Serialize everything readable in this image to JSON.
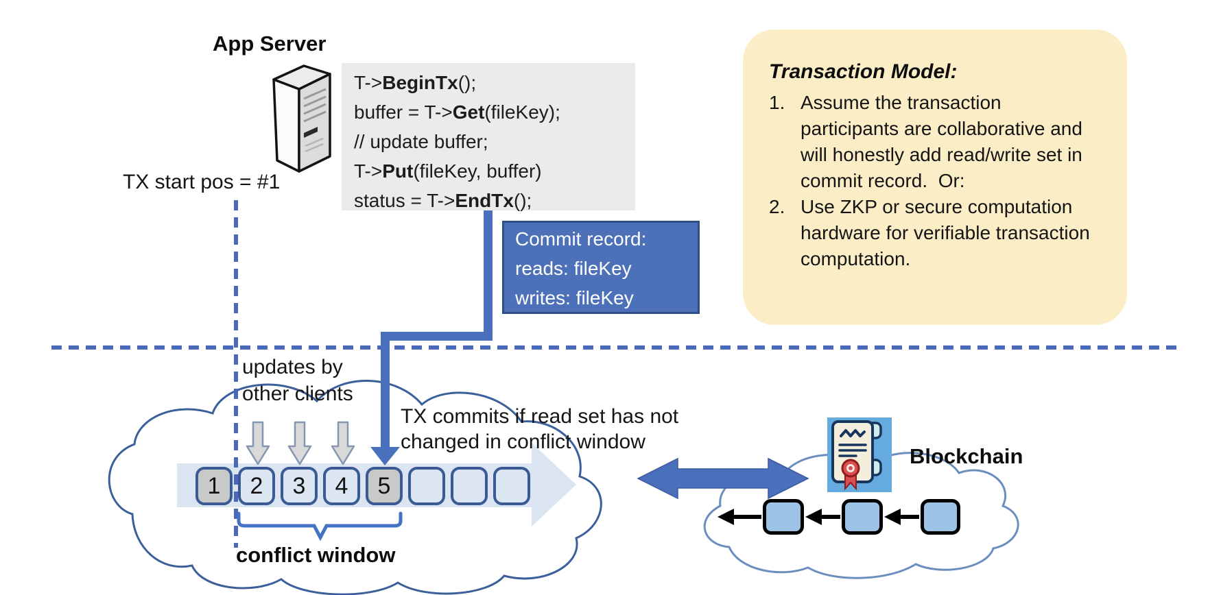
{
  "labels": {
    "app_server": "App Server",
    "tx_start_pos": "TX start pos = #1",
    "updates_by": "updates by other clients",
    "tx_commits": "TX commits if read set has not changed in conflict window",
    "conflict_window": "conflict window",
    "blockchain": "Blockchain"
  },
  "code_panel": {
    "lines": [
      {
        "segments": [
          {
            "text": "T->"
          },
          {
            "text": "BeginTx",
            "bold": true
          },
          {
            "text": "();"
          }
        ]
      },
      {
        "segments": [
          {
            "text": "buffer = T->"
          },
          {
            "text": "Get",
            "bold": true
          },
          {
            "text": "(fileKey);"
          }
        ]
      },
      {
        "segments": [
          {
            "text": "// update buffer;"
          }
        ]
      },
      {
        "segments": [
          {
            "text": "T->"
          },
          {
            "text": "Put",
            "bold": true
          },
          {
            "text": "(fileKey, buffer)"
          }
        ]
      },
      {
        "segments": [
          {
            "text": "status = T->"
          },
          {
            "text": "EndTx",
            "bold": true
          },
          {
            "text": "();"
          }
        ]
      }
    ]
  },
  "commit_record": {
    "lines": [
      "Commit record:",
      "reads: fileKey",
      "writes: fileKey"
    ]
  },
  "transaction_model": {
    "title": "Transaction Model:",
    "items": [
      {
        "num": "1.",
        "text": "Assume the transaction participants are collaborative and will honestly add read/write set in commit record.  Or:"
      },
      {
        "num": "2.",
        "text": "Use ZKP or secure computation hardware for verifiable transaction computation."
      }
    ]
  },
  "ledger": {
    "blocks": [
      {
        "label": "1",
        "state": "gray"
      },
      {
        "label": "2",
        "state": "blue"
      },
      {
        "label": "3",
        "state": "blue"
      },
      {
        "label": "4",
        "state": "blue"
      },
      {
        "label": "5",
        "state": "gray"
      },
      {
        "label": "",
        "state": "blue"
      },
      {
        "label": "",
        "state": "blue"
      },
      {
        "label": "",
        "state": "blue"
      }
    ]
  },
  "chain": {
    "blocks": [
      "",
      "",
      ""
    ]
  },
  "icons": {
    "server": "server-tower-icon",
    "certificate": "certificate-scroll-icon"
  },
  "colors": {
    "accent_blue": "#4a6fbd",
    "dashed_blue": "#4a68b8",
    "panel_yellow": "#fbeec7",
    "code_bg": "#ebebeb",
    "commit_fill": "#4d71b8",
    "commit_border": "#2f4f84",
    "block_blue": "#dce6f3",
    "block_gray": "#c9c9c9",
    "block_border": "#3a5a95",
    "chain_block_fill": "#9dc3e6",
    "cloud_left_stroke": "#3a5f9b",
    "cloud_right_stroke": "#6b8ebf",
    "gray_arrow_fill": "#d9d9d9",
    "band_fill": "#dbe5f2"
  }
}
